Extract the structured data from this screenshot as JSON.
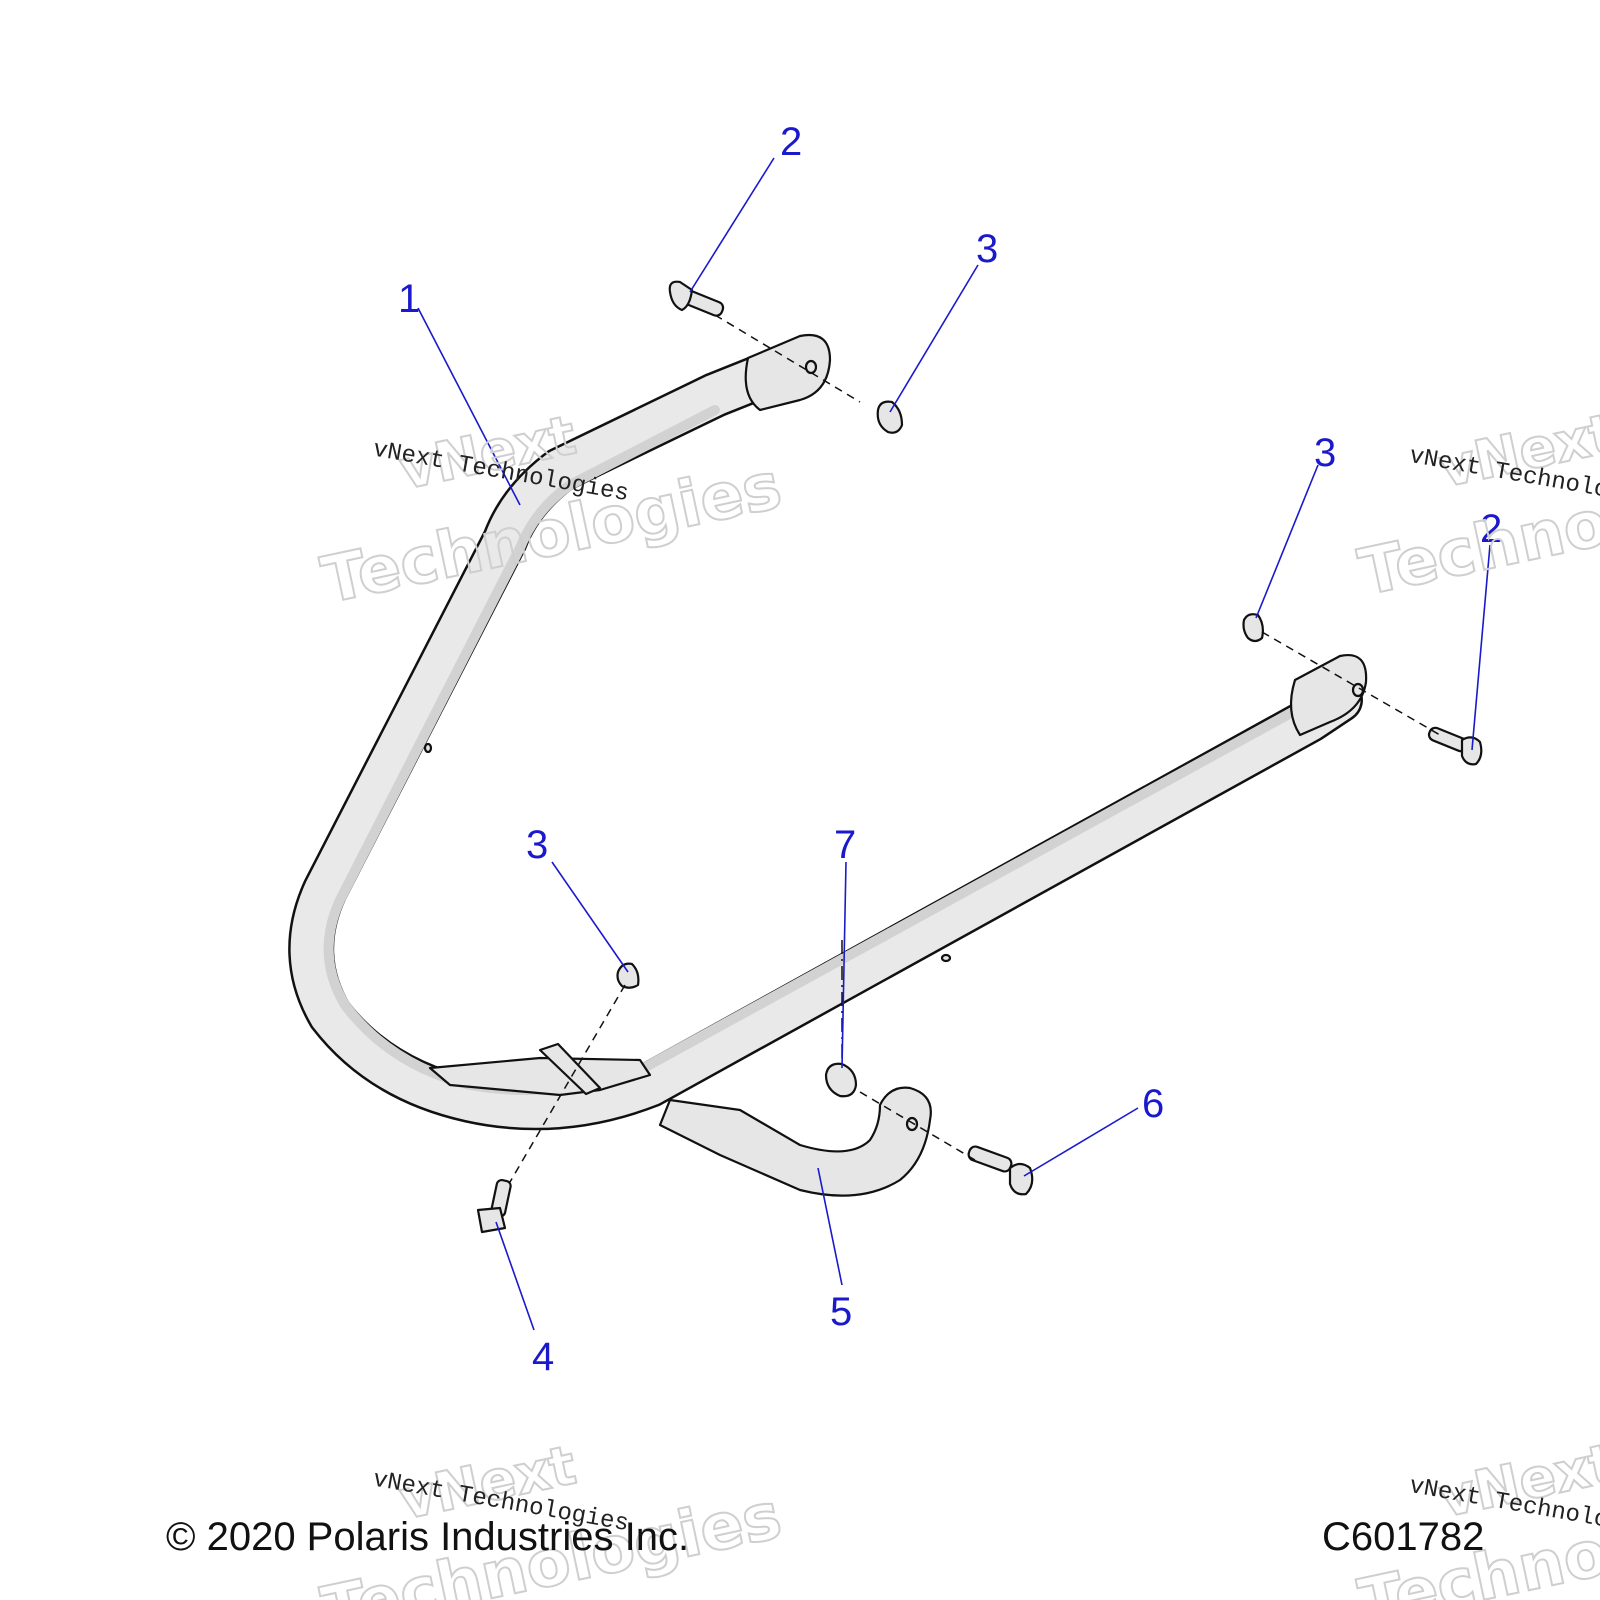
{
  "callouts": {
    "c1": "1",
    "c2a": "2",
    "c2b": "2",
    "c3a": "3",
    "c3b": "3",
    "c3c": "3",
    "c4": "4",
    "c5": "5",
    "c6": "6",
    "c7": "7"
  },
  "watermark": {
    "outline_line1": "vNext",
    "outline_line2": "Technologies",
    "serif_full": "vNext Technologies",
    "serif_cut": "vNext Technolo",
    "outline_right_line1": "vNext",
    "outline_right_line2": "Technolo",
    "serif_footer_left": "vNext Technologies",
    "serif_footer_right": "vNext Technolo",
    "outline_footer_right2": "Technolo"
  },
  "footer": {
    "copyright": "© 2020 Polaris Industries Inc.",
    "code": "C601782"
  },
  "colors": {
    "callout": "#1a1acc",
    "part_fill": "#e6e6e6",
    "outline": "#111111"
  }
}
